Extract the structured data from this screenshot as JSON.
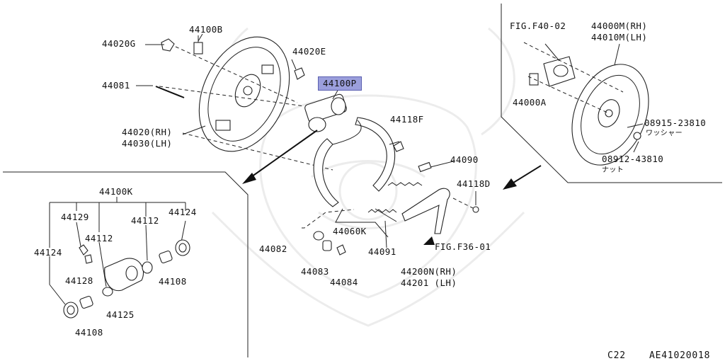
{
  "colors": {
    "highlight": "#9b9fdc",
    "line": "#222222",
    "watermark": "#ececec"
  },
  "watermark": {
    "icon": "samurai-helmet-crest-icon"
  },
  "callouts": {
    "p44100B": "44100B",
    "p44020G": "44020G",
    "p44020E": "44020E",
    "p44081": "44081",
    "p44100P": "44100P",
    "p44020": "44020(RH)",
    "p44030": "44030(LH)",
    "p44118F": "44118F",
    "p44090": "44090",
    "p44118D": "44118D",
    "p44060K": "44060K",
    "p44082": "44082",
    "p44083": "44083",
    "p44084": "44084",
    "p44091": "44091",
    "figF3601": "FIG.F36-01",
    "p44200N": "44200N(RH)",
    "p44201": "44201 (LH)",
    "figF4002": "FIG.F40-02",
    "p44000M": "44000M(RH)",
    "p44010M": "44010M(LH)",
    "p44000A": "44000A",
    "p08915": "08915-23810",
    "washer": "ワッシャー",
    "p08912": "08912-43810",
    "nut": "ナット"
  },
  "wheel_cylinder_kit": {
    "title": "44100K",
    "p44129": "44129",
    "p44112a": "44112",
    "p44112b": "44112",
    "p44124a": "44124",
    "p44124b": "44124",
    "p44128": "44128",
    "p44125": "44125",
    "p44108a": "44108",
    "p44108b": "44108"
  },
  "footer": {
    "page": "C22",
    "code": "AE41020018"
  }
}
